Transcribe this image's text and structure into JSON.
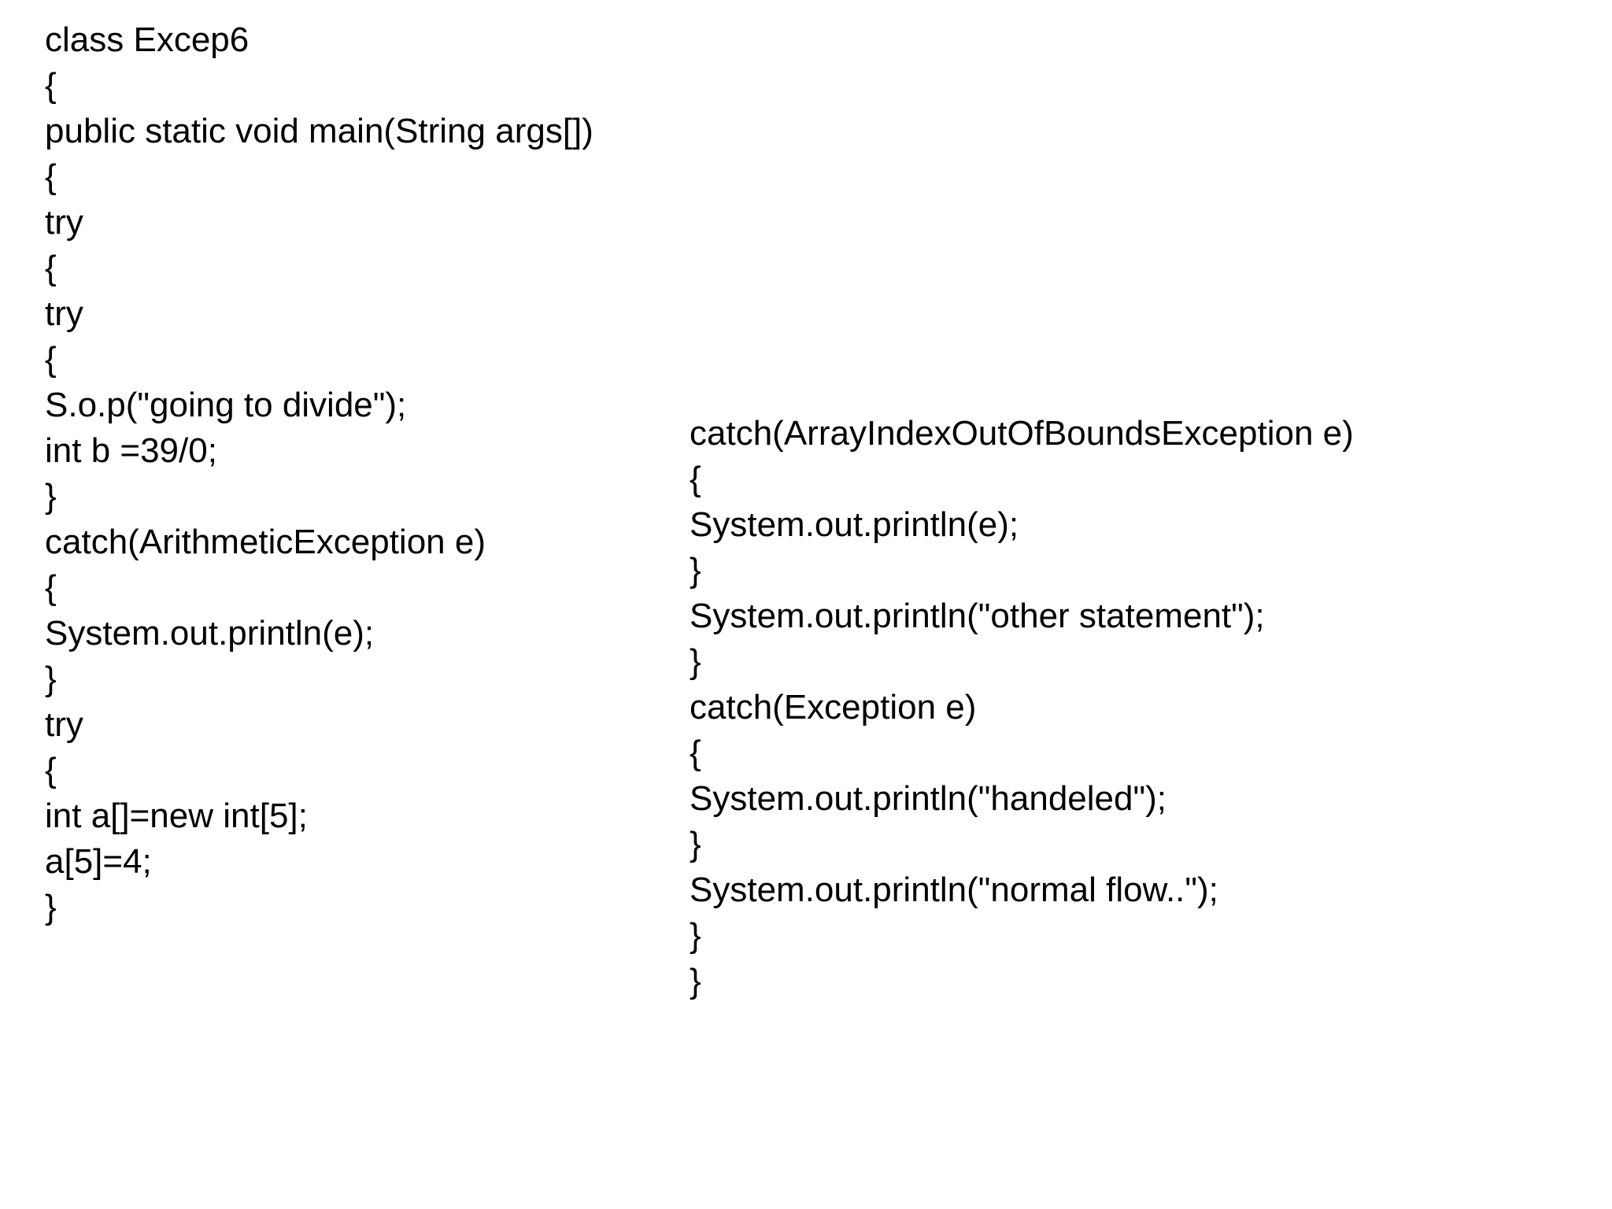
{
  "slide": {
    "background_color": "#ffffff",
    "text_color": "#000000",
    "title_line": "class Excep6"
  },
  "left_column": {
    "name": "left-code-block",
    "lines": [
      "class Excep6",
      "{",
      "public static void main(String args[])",
      "{",
      "try",
      "{",
      "try",
      "{",
      "S.o.p(\"going to divide\");",
      "int b =39/0;",
      "}",
      "catch(ArithmeticException e)",
      "{",
      "System.out.println(e);",
      "}",
      "try",
      "{",
      "int a[]=new int[5];",
      "a[5]=4;",
      "}"
    ]
  },
  "right_column": {
    "name": "right-code-block",
    "lines": [
      "catch(ArrayIndexOutOfBoundsException e)",
      "{",
      "System.out.println(e);",
      "}",
      "System.out.println(\"other statement\");",
      "}",
      "catch(Exception e)",
      "{",
      "System.out.println(\"handeled\");",
      "}",
      "System.out.println(\"normal flow..\");",
      "}",
      "}"
    ]
  }
}
